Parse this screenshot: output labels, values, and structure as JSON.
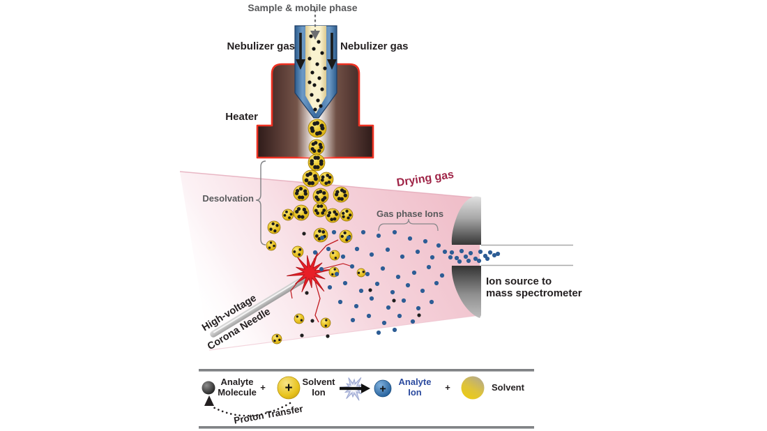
{
  "labels": {
    "sample_mobile_phase": "Sample & mobile phase",
    "nebulizer_gas_left": "Nebulizer gas",
    "nebulizer_gas_right": "Nebulizer gas",
    "heater": "Heater",
    "desolvation": "Desolvation",
    "drying_gas": "Drying gas",
    "gas_phase_ions": "Gas phase Ions",
    "high_voltage_line1": "High-voltage",
    "high_voltage_line2": "Corona Needle",
    "ion_source_line1": "Ion source to",
    "ion_source_line2": "mass spectrometer"
  },
  "legend": {
    "analyte_molecule_line1": "Analyte",
    "analyte_molecule_line2": "Molecule",
    "plus_1": "+",
    "solvent_ion_line1": "Solvent",
    "solvent_ion_line2": "Ion",
    "solvent_ion_charge": "+",
    "analyte_ion_line1": "Analyte",
    "analyte_ion_line2": "Ion",
    "analyte_ion_charge": "+",
    "plus_2": "+",
    "solvent": "Solvent",
    "proton_transfer": "Proton Transfer"
  },
  "colors": {
    "heater_outline_red": "#ee3223",
    "heater_brown": "#4a2e28",
    "nozzle_blue": "#4678ab",
    "nozzle_cream": "#f6ecc2",
    "droplet_yellow": "#e3bd1d",
    "ion_dot_blue": "#2d5d95",
    "plume_pink": "#f2c3cf",
    "drying_gas_text": "#9e2245",
    "analyte_ion_text": "#2b4a9e",
    "muted_gray_text": "#58595b",
    "corona_red": "#e81e26",
    "metal_gray": "#9a9a9a",
    "legend_line_gray": "#808285"
  }
}
